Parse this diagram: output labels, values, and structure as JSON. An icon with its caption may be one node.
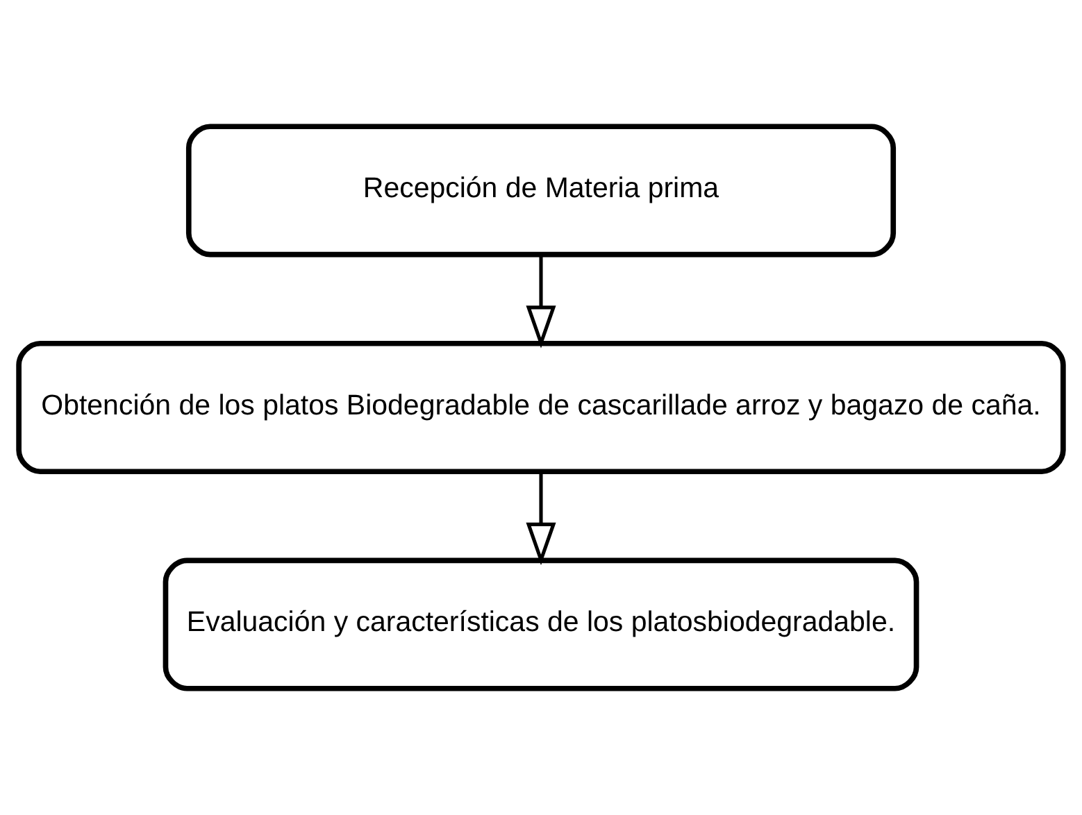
{
  "diagram": {
    "nodes": [
      {
        "text": [
          "Recepción de Materia prima"
        ]
      },
      {
        "text": [
          "Obtención de los platos Biodegradable de cascarillade arroz y bagazo de caña."
        ]
      },
      {
        "text": [
          "Evaluación y características de los platosbiodegradable."
        ]
      }
    ],
    "edges": [
      {
        "from": 0,
        "to": 1,
        "arrow": "to"
      },
      {
        "from": 1,
        "to": 2,
        "arrow": "to"
      }
    ]
  }
}
